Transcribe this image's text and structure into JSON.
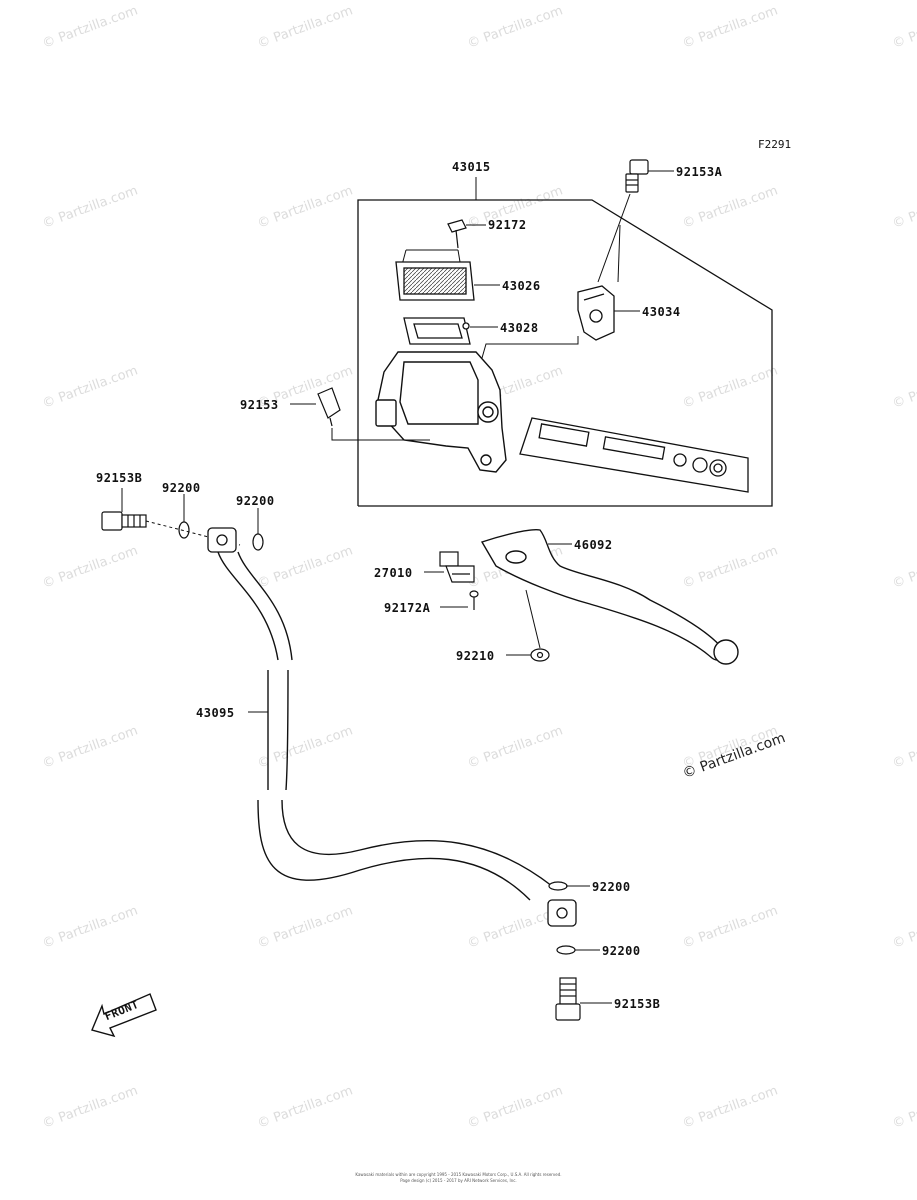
{
  "figure_code": "F2291",
  "watermark_text": "© Partzilla.com",
  "watermark_visible": "© Partzilla.com",
  "front_label": "FRONT",
  "parts": {
    "p43015": "43015",
    "p92153A": "92153A",
    "p92172": "92172",
    "p43026": "43026",
    "p43034": "43034",
    "p43028": "43028",
    "p92153": "92153",
    "p92153B_top": "92153B",
    "p92200_a": "92200",
    "p92200_b": "92200",
    "p46092": "46092",
    "p27010": "27010",
    "p92172A": "92172A",
    "p92210": "92210",
    "p43095": "43095",
    "p92200_c": "92200",
    "p92200_d": "92200",
    "p92153B_bottom": "92153B"
  },
  "credit_line_1": "Kawasaki materials within are copyright 1995 - 2015 Kawasaki Motors Corp., U.S.A. All rights reserved.",
  "credit_line_2": "Page design (c) 2015 - 2017 by ARI Network Services, Inc."
}
